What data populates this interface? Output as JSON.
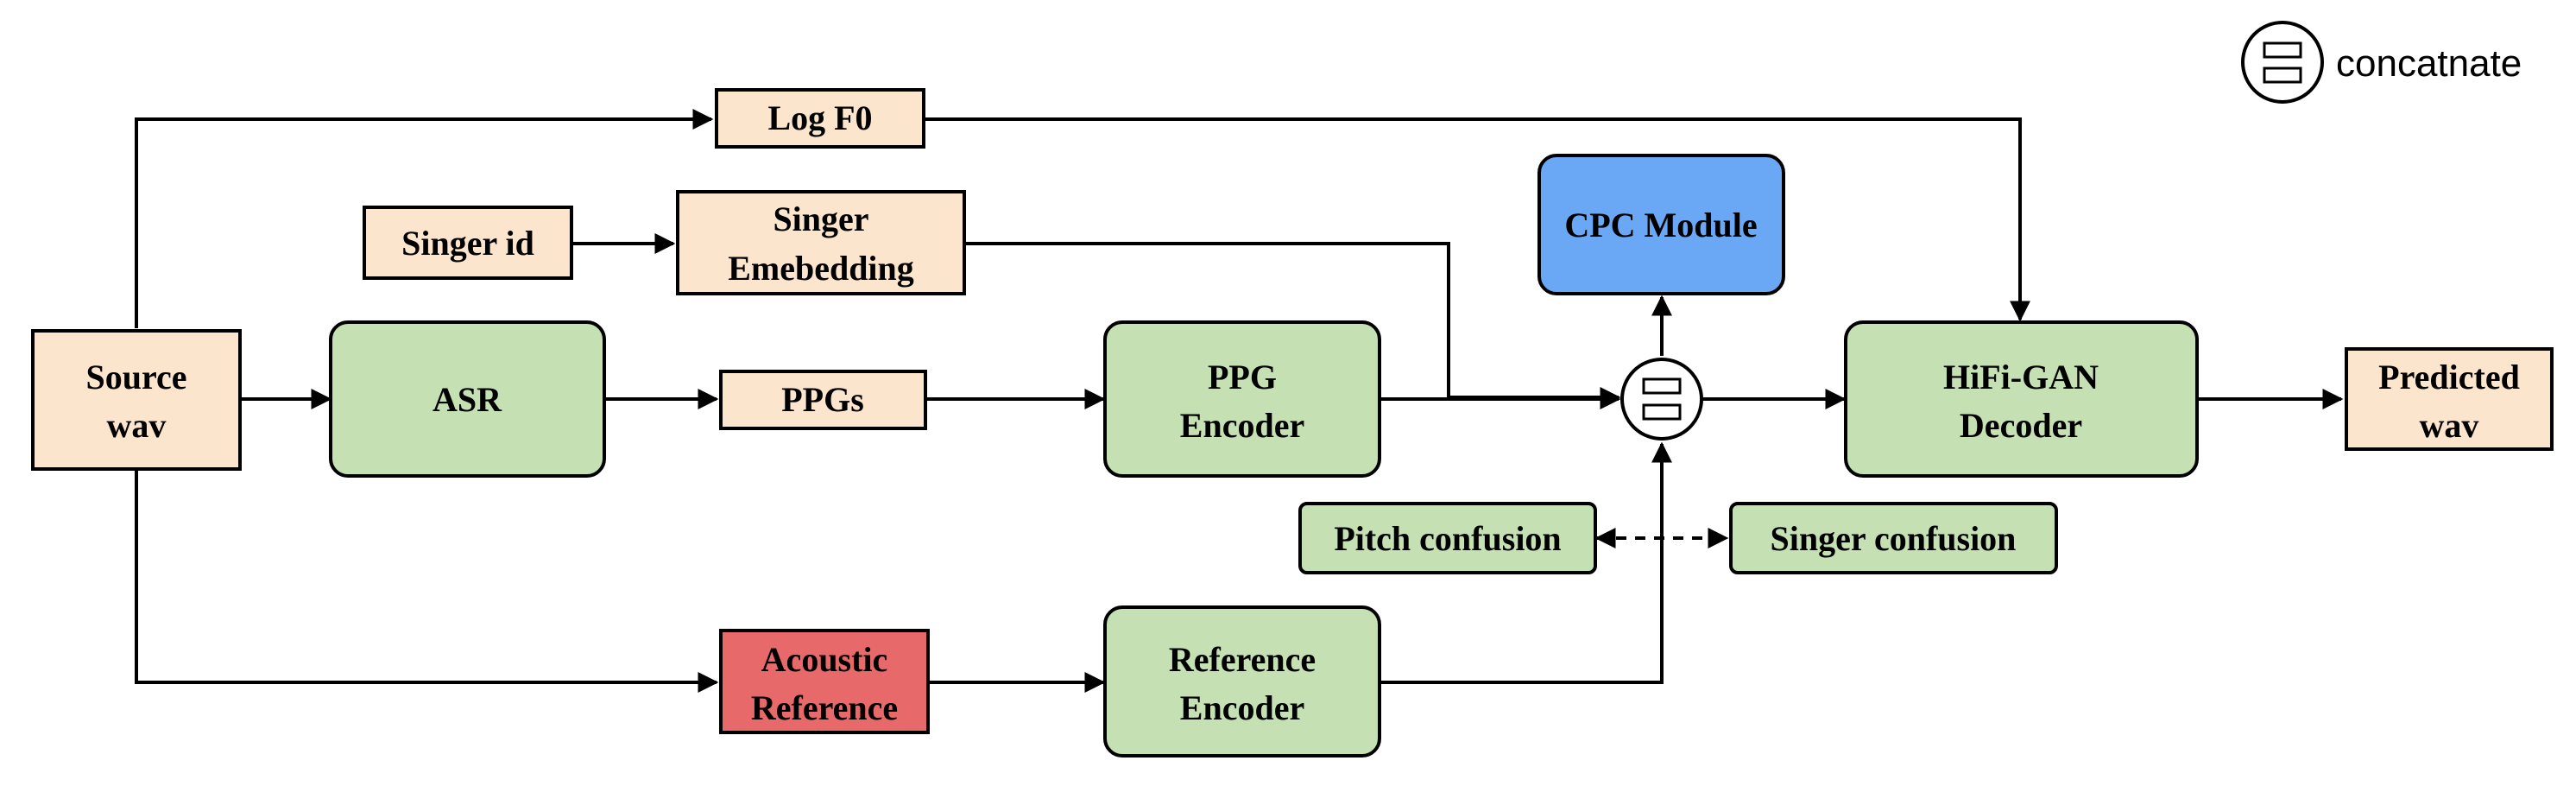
{
  "colors": {
    "feature": "#fce5cd",
    "module": "#c5e0b3",
    "cpc": "#6aa8f5",
    "acoustic": "#e8696a",
    "stroke": "#000000"
  },
  "nodes": {
    "source_wav": [
      "Source",
      "wav"
    ],
    "log_f0": "Log F0",
    "singer_id": "Singer id",
    "singer_embedding": [
      "Singer",
      "Emebedding"
    ],
    "asr": "ASR",
    "ppgs": "PPGs",
    "ppg_encoder": [
      "PPG",
      "Encoder"
    ],
    "cpc_module": "CPC Module",
    "hifigan_decoder": [
      "HiFi-GAN",
      "Decoder"
    ],
    "predicted_wav": [
      "Predicted",
      "wav"
    ],
    "pitch_confusion": "Pitch confusion",
    "singer_confusion": "Singer confusion",
    "acoustic_reference": [
      "Acoustic",
      "Reference"
    ],
    "reference_encoder": [
      "Reference",
      "Encoder"
    ]
  },
  "legend": {
    "concat_label": "concatnate",
    "concat_icon": "concatenate-icon"
  }
}
